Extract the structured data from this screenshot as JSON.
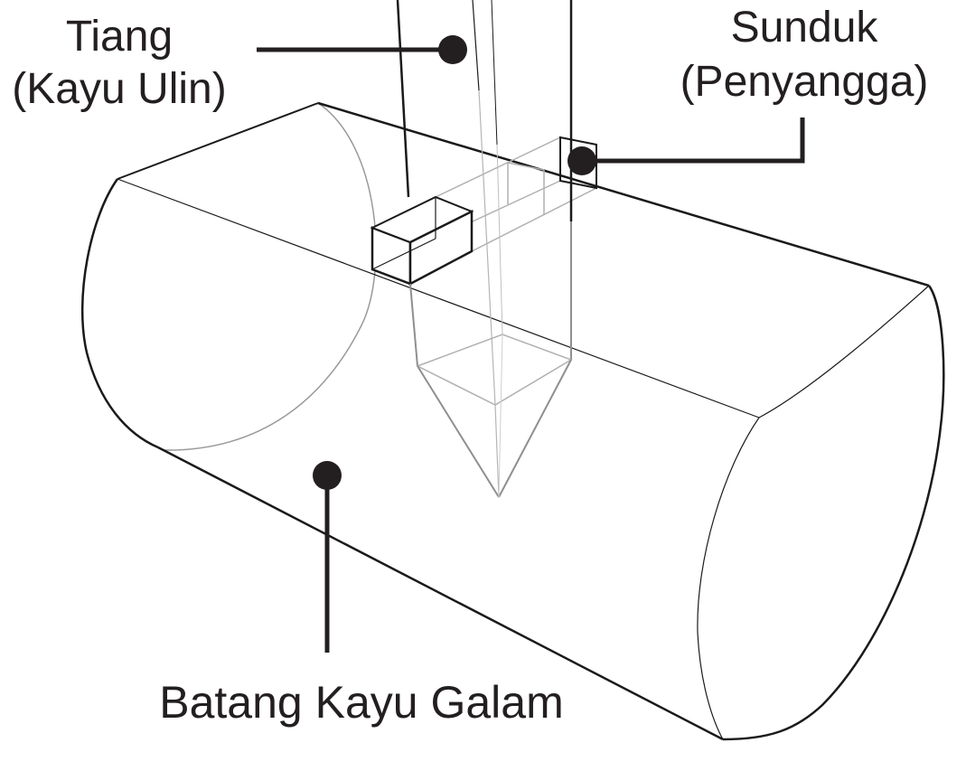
{
  "labels": {
    "tiang_line1": "Tiang",
    "tiang_line2": "(Kayu Ulin)",
    "sunduk_line1": "Sunduk",
    "sunduk_line2": "(Penyangga)",
    "batang": "Batang Kayu Galam"
  },
  "colors": {
    "ink": "#231f20",
    "outline": "#1a1a1a",
    "hidden_line": "#9a9a9a",
    "background": "#ffffff"
  }
}
